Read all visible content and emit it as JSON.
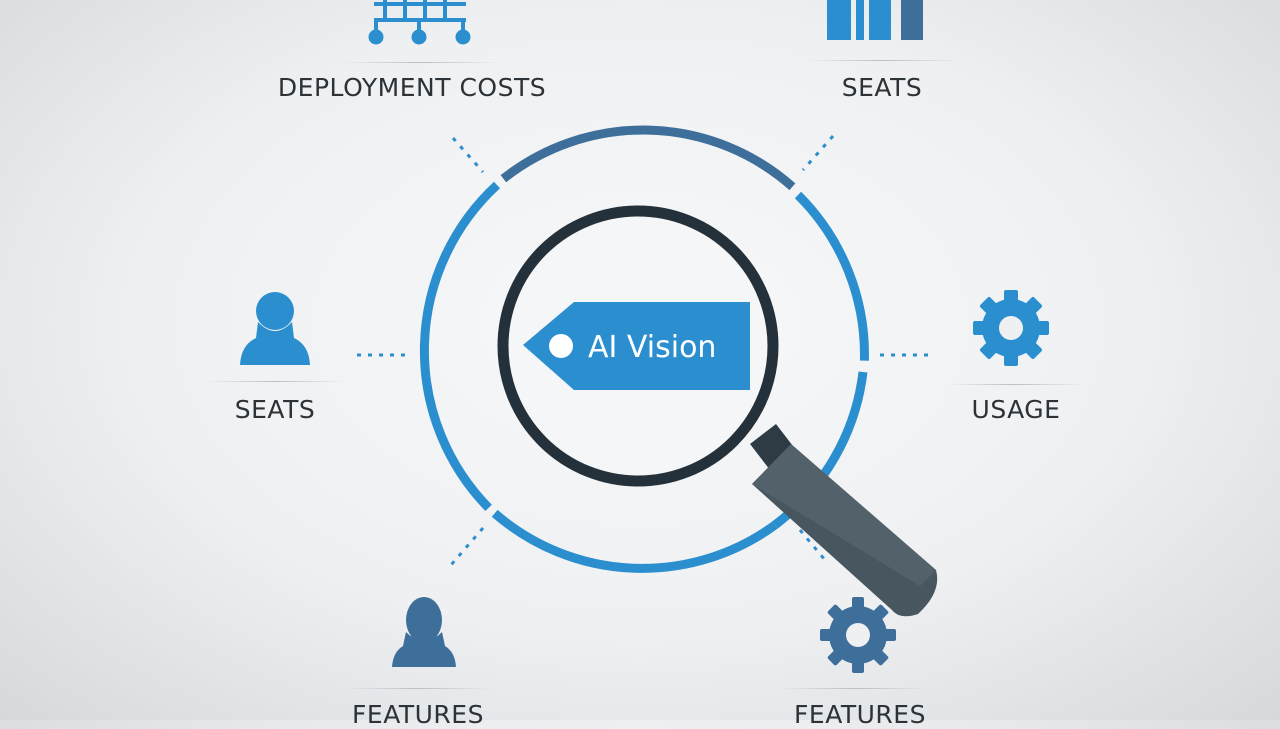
{
  "center": {
    "tag_label": "AI Vision"
  },
  "nodes": [
    {
      "id": "top-left",
      "label": "DEPLOYMENT COSTS",
      "icon": "network-icon"
    },
    {
      "id": "top-right",
      "label": "SEATS",
      "icon": "bar-chart-icon"
    },
    {
      "id": "mid-left",
      "label": "SEATS",
      "icon": "person-icon"
    },
    {
      "id": "mid-right",
      "label": "USAGE",
      "icon": "gear-icon"
    },
    {
      "id": "bottom-left",
      "label": "FEATURES",
      "icon": "person-icon"
    },
    {
      "id": "bottom-right",
      "label": "FEATURES",
      "icon": "gear-icon"
    }
  ],
  "colors": {
    "accent_blue": "#2b8fcf",
    "ring_dark_blue": "#3e6f9a",
    "magnifier_dark": "#25313a",
    "handle": "#48565f",
    "text": "#2b3238"
  }
}
